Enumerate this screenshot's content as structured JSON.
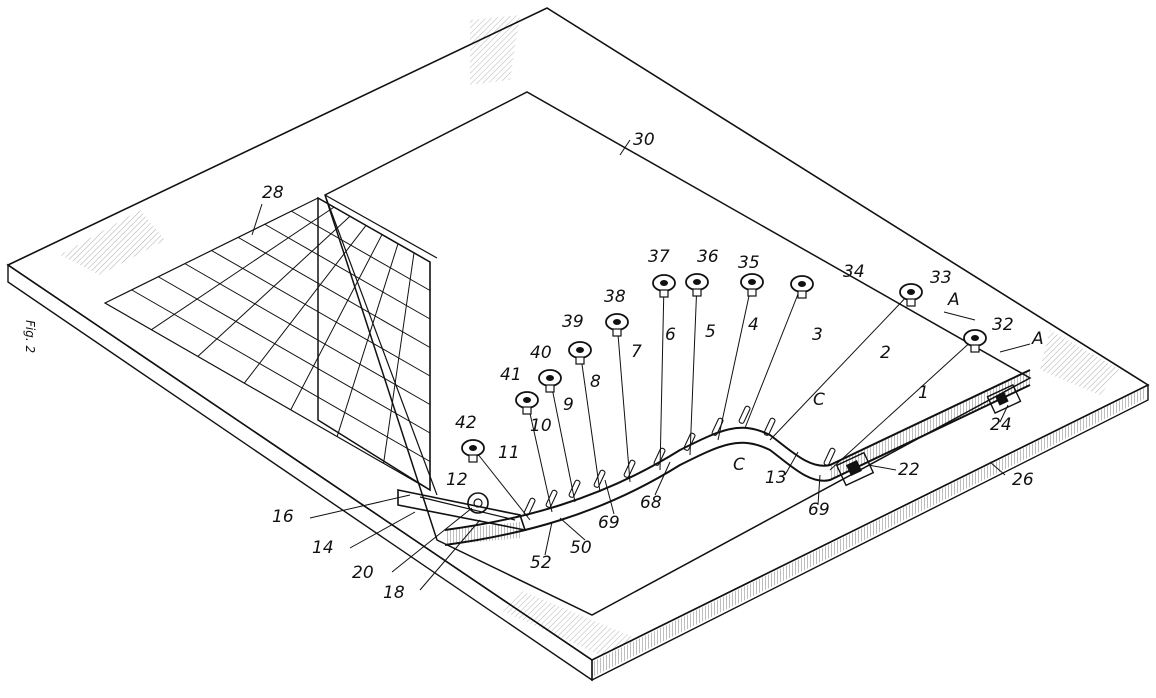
{
  "figure": {
    "side_text": "Fig. 2",
    "sheet_numbers": [
      "1",
      "2",
      "3",
      "4",
      "5",
      "6",
      "7",
      "8",
      "9",
      "10",
      "11",
      "12",
      "13"
    ],
    "reference_numerals": {
      "knobs": [
        "32",
        "33",
        "34",
        "35",
        "36",
        "37",
        "38",
        "39",
        "40",
        "41",
        "42"
      ],
      "parts": [
        "30",
        "28",
        "26",
        "24",
        "22",
        "20",
        "18",
        "16",
        "14",
        "69",
        "68",
        "69",
        "52",
        "50"
      ],
      "section_marks": [
        "A",
        "A",
        "C",
        "C"
      ]
    }
  }
}
